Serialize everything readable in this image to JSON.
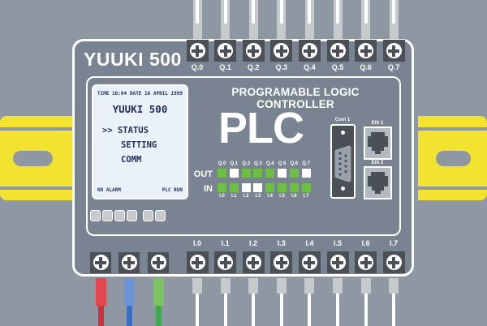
{
  "title": {
    "brand": "YUUKI 500",
    "panel": "PROGRAMABLE LOGIC CONTROLLER",
    "logo": "PLC"
  },
  "screen": {
    "time": "TIME 16:04",
    "date": "DATE 16 APRIL 1999",
    "title": "YUUKI 500",
    "menu": [
      ">> STATUS",
      "SETTING",
      "COMM"
    ],
    "alarm": "NO ALARM",
    "run": "PLC RUN"
  },
  "terminals": {
    "top": [
      "Q.0",
      "Q.1",
      "Q.2",
      "Q.3",
      "Q.4",
      "Q.5",
      "Q.6",
      "Q.7"
    ],
    "bottom": [
      "I.0",
      "I.1",
      "I.2",
      "I.3",
      "I.4",
      "I.5",
      "I.6",
      "I.7"
    ]
  },
  "leds": {
    "out_label": "OUT",
    "in_label": "IN",
    "out_labels": [
      "Q.0",
      "Q.1",
      "Q.2",
      "Q.3",
      "Q.4",
      "Q.5",
      "Q.6",
      "Q.7"
    ],
    "out_states": [
      1,
      0,
      1,
      1,
      1,
      0,
      1,
      0
    ],
    "in_labels": [
      "I.0",
      "I.1",
      "I.2",
      "I.3",
      "I.4",
      "I.5",
      "I.6",
      "I.7"
    ],
    "in_states": [
      1,
      1,
      0,
      0,
      1,
      1,
      1,
      1
    ]
  },
  "ports": {
    "com": "Com 1",
    "eth1": "Eth 1",
    "eth2": "Eth 2"
  },
  "power_wires": [
    {
      "name": "red",
      "ferrule": "#E2474E",
      "wire": "#CE2F38"
    },
    {
      "name": "blue",
      "ferrule": "#6B93D6",
      "wire": "#3C6EC2"
    },
    {
      "name": "green",
      "ferrule": "#7CC462",
      "wire": "#3EA94E"
    }
  ],
  "colors": {
    "background": "#8F98A2",
    "body": "#7A8391",
    "terminal_dark": "#4B5056",
    "rail_yellow": "#F1E32F",
    "led_on": "#6CBE45",
    "led_off": "#FFFFFF",
    "screen_bg": "#EBF1F8",
    "screen_text": "#22305A",
    "wire_gray": "#C7CACD",
    "wire_core": "#FFFFFF"
  }
}
